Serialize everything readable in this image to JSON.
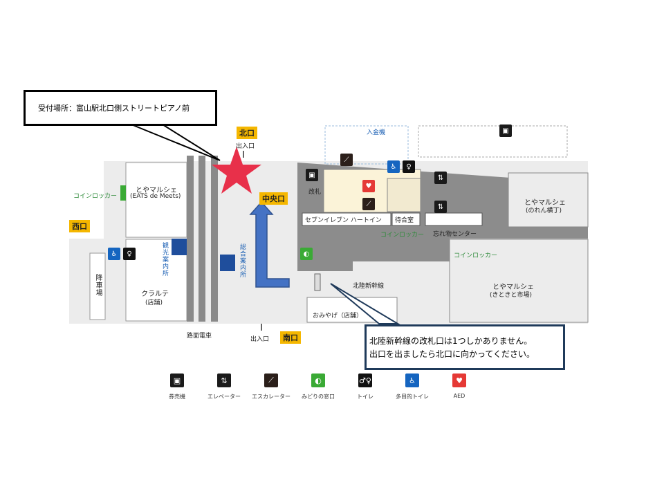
{
  "callouts": {
    "reception": "受付場所：富山駅北口側ストリートピアノ前",
    "note_line1": "北陸新幹線の改札口は1つしかありません。",
    "note_line2": "出口を出ましたら北口に向かってください。"
  },
  "exits": {
    "north": "北口",
    "south": "南口",
    "west": "西口",
    "central": "中央口",
    "entrance_north": "出入口",
    "entrance_south": "出入口"
  },
  "areas": {
    "toyama_eats": "とやマルシェ",
    "toyama_eats_sub": "(EATS de Meets)",
    "toyama_noren": "とやマルシェ",
    "toyama_noren_sub": "(のれん横丁)",
    "toyama_kitokito": "とやマルシェ",
    "toyama_kitokito_sub": "(きときと市場)",
    "kurarute": "クラルテ",
    "kurarute_sub": "(店舗)",
    "omiyage": "おみやげ（店舗）",
    "seven_eleven": "セブンイレブン ハートイン",
    "waiting_room": "待合室",
    "lost_found": "忘れ物センター",
    "shinkansen": "北陸新幹線",
    "ticket_gate": "改札",
    "deposit": "入金機",
    "tourist_info": "観光案内所",
    "general_info": "総合案内所",
    "tram": "路面電車",
    "taxi_stop": "降車場",
    "locker1": "コインロッカー",
    "locker2": "コインロッカー",
    "locker3": "コインロッカー"
  },
  "legend": [
    {
      "label": "券売機",
      "icon": "ticket-machine-icon",
      "color": "#1a1a1a",
      "glyph": "▣"
    },
    {
      "label": "エレベーター",
      "icon": "elevator-icon",
      "color": "#1a1a1a",
      "glyph": "⇅"
    },
    {
      "label": "エスカレーター",
      "icon": "escalator-icon",
      "color": "#2b1f1a",
      "glyph": "⟋"
    },
    {
      "label": "みどりの窓口",
      "icon": "midori-window-icon",
      "color": "#3aaa35",
      "glyph": "◐"
    },
    {
      "label": "トイレ",
      "icon": "toilet-icon",
      "color": "#111111",
      "glyph": "♂♀"
    },
    {
      "label": "多目的トイレ",
      "icon": "accessible-toilet-icon",
      "color": "#1565c0",
      "glyph": "♿"
    },
    {
      "label": "AED",
      "icon": "aed-icon",
      "color": "#e53935",
      "glyph": "♥"
    }
  ],
  "colors": {
    "star": "#e8304a",
    "arrow": "#4472c4",
    "exit_badge": "#f5b700",
    "floor_gray": "#e6e6e6",
    "block_gray": "#8c8c8c",
    "info_blue": "#1f4e9c"
  }
}
